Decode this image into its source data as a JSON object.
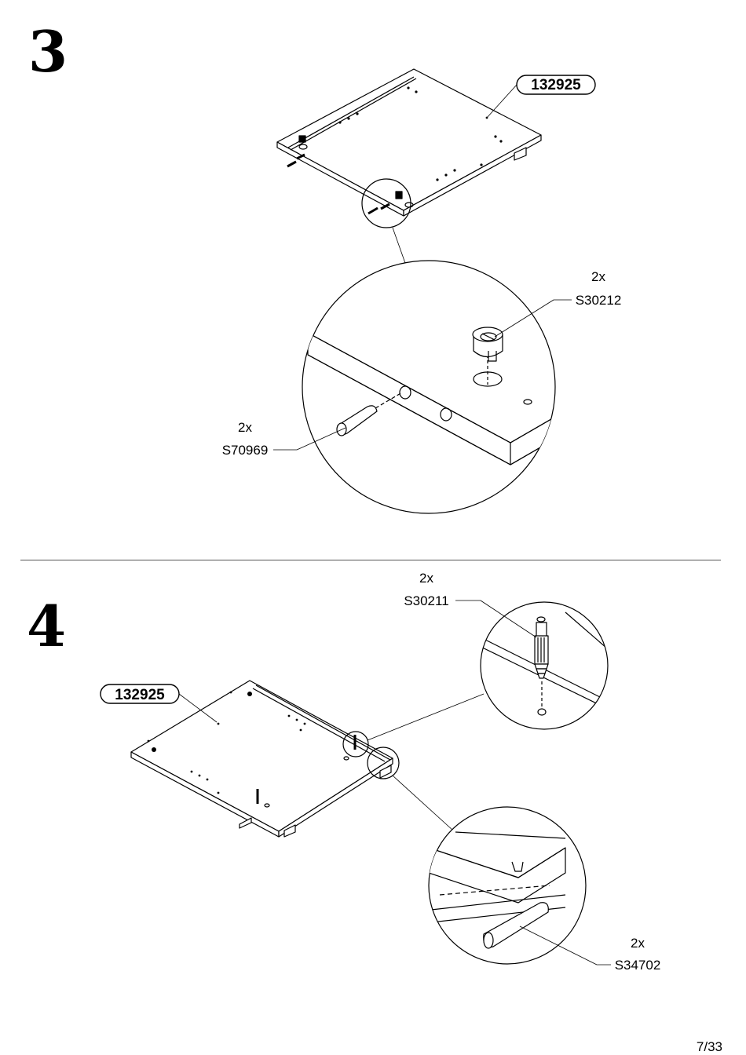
{
  "step3": {
    "number": "3",
    "panel_part": "132925",
    "fittings": [
      {
        "qty": "2x",
        "code": "S30212"
      },
      {
        "qty": "2x",
        "code": "S70969"
      }
    ]
  },
  "step4": {
    "number": "4",
    "panel_part": "132925",
    "fittings": [
      {
        "qty": "2x",
        "code": "S30211"
      },
      {
        "qty": "2x",
        "code": "S34702"
      }
    ]
  },
  "footer": {
    "page": "7/33"
  }
}
